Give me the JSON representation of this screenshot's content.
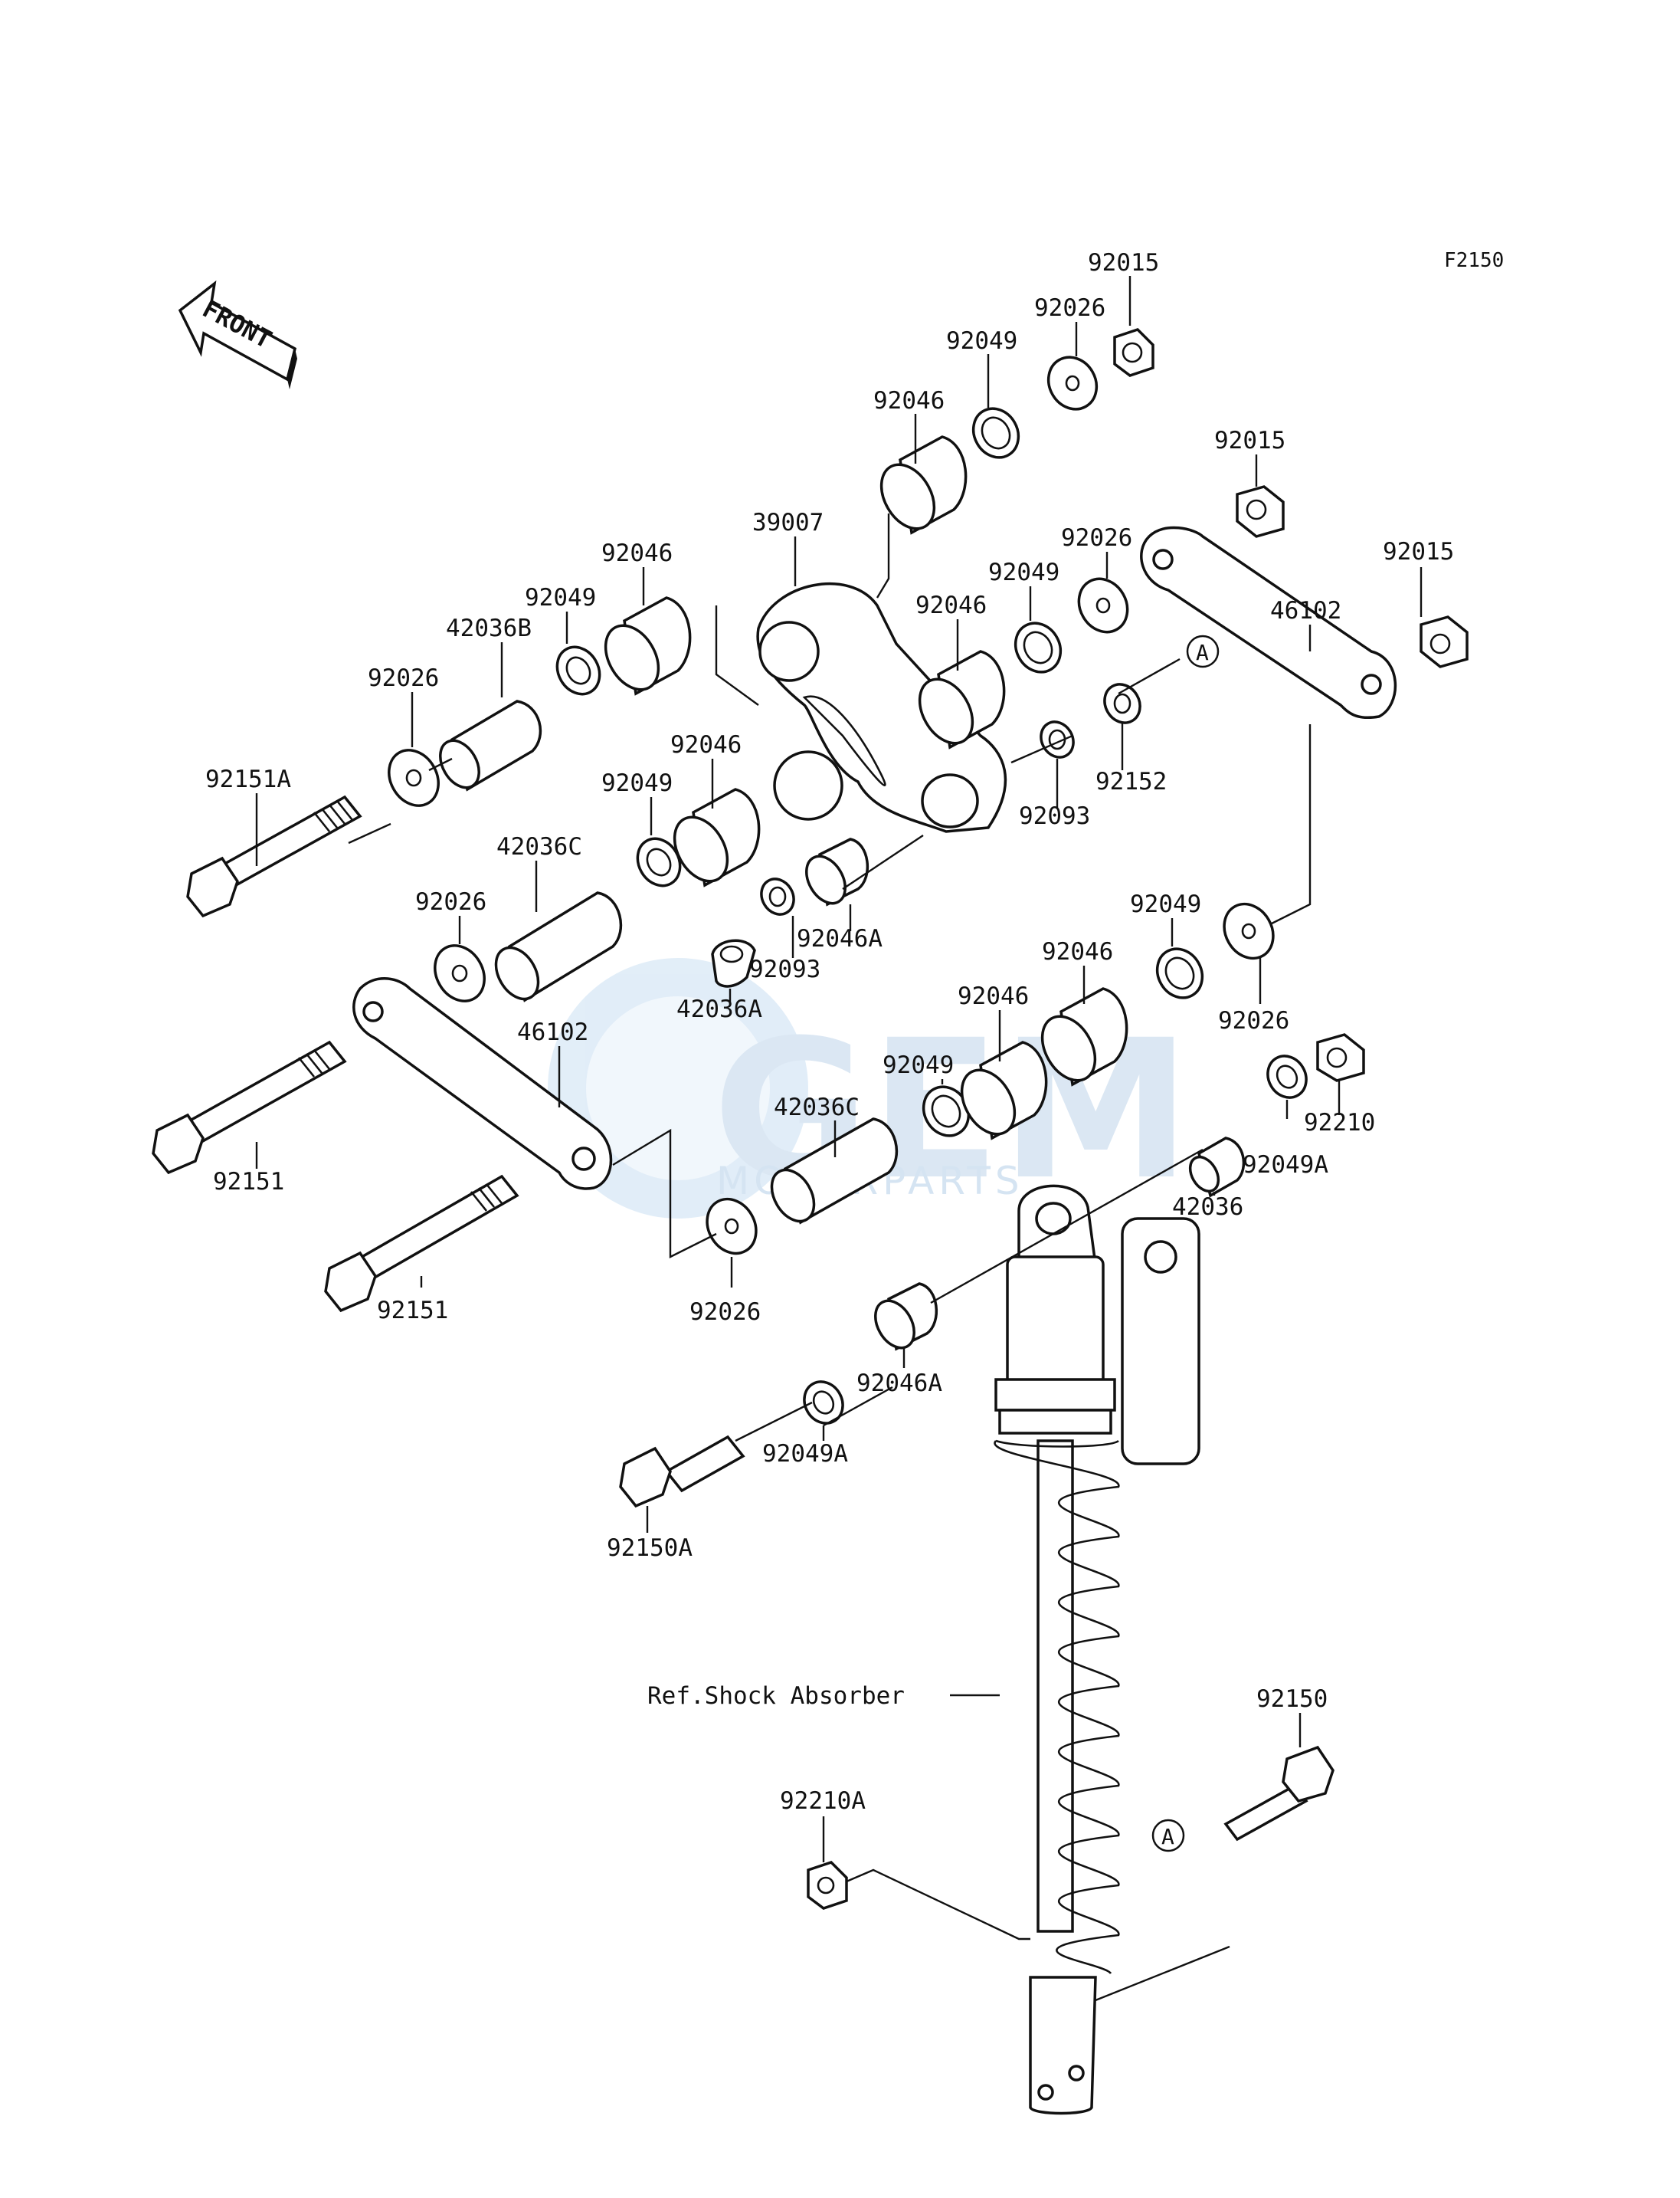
{
  "figure_code": "F2150",
  "front_label": "FRONT",
  "watermark": {
    "brand": "GEM",
    "sub": "MOTORPARTS"
  },
  "ref_label": "Ref.Shock Absorber",
  "callout_letter": "A",
  "colors": {
    "line": "#111111",
    "watermark": "#d8e8f6",
    "watermark_dark": "#b9d3ec"
  },
  "labels": [
    "92015",
    "92026",
    "92049",
    "92046",
    "92015",
    "92015",
    "39007",
    "92046",
    "92026",
    "92049",
    "46102",
    "92049",
    "92046",
    "42036B",
    "92026",
    "92151A",
    "92046",
    "92049",
    "92152",
    "92093",
    "42036C",
    "92026",
    "92093",
    "92046A",
    "42036A",
    "92049",
    "92026",
    "92046",
    "92046",
    "46102",
    "92049",
    "42036C",
    "92210",
    "92049A",
    "42036",
    "92151",
    "92151",
    "92026",
    "92046A",
    "92049A",
    "92150A",
    "92150",
    "92210A"
  ]
}
